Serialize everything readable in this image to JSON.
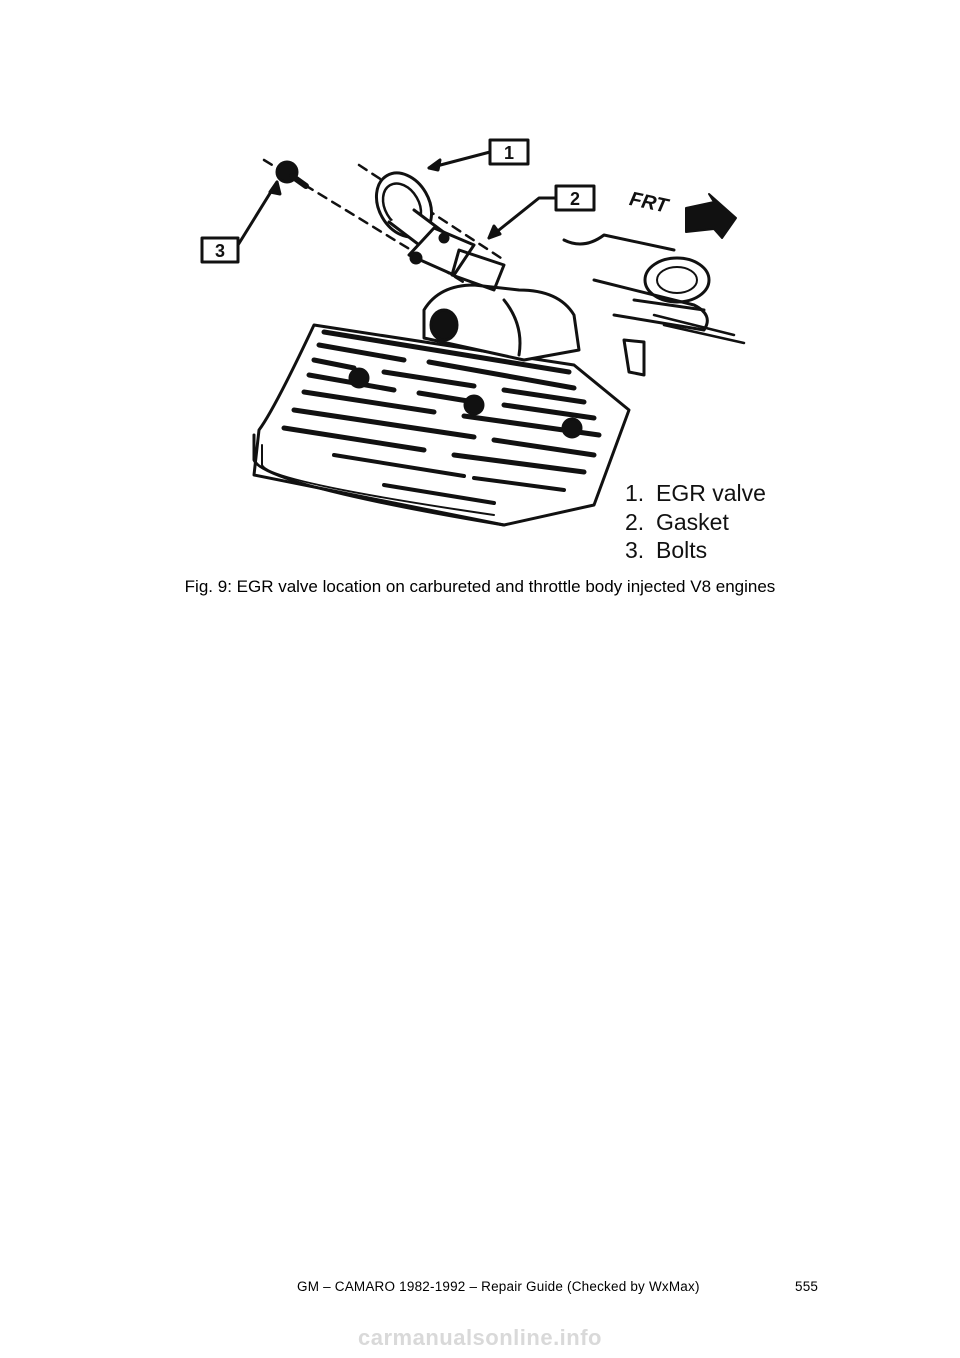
{
  "figure": {
    "callouts": [
      "1",
      "2",
      "3"
    ],
    "direction_label": "FRT",
    "legend": [
      {
        "num": "1.",
        "label": "EGR valve"
      },
      {
        "num": "2.",
        "label": "Gasket"
      },
      {
        "num": "3.",
        "label": "Bolts"
      }
    ]
  },
  "caption": "Fig. 9: EGR valve location on carbureted and throttle body injected V8 engines",
  "footer": {
    "text": "GM – CAMARO 1982-1992 – Repair Guide (Checked by WxMax)",
    "page_number": "555"
  },
  "watermark": "carmanualsonline.info"
}
